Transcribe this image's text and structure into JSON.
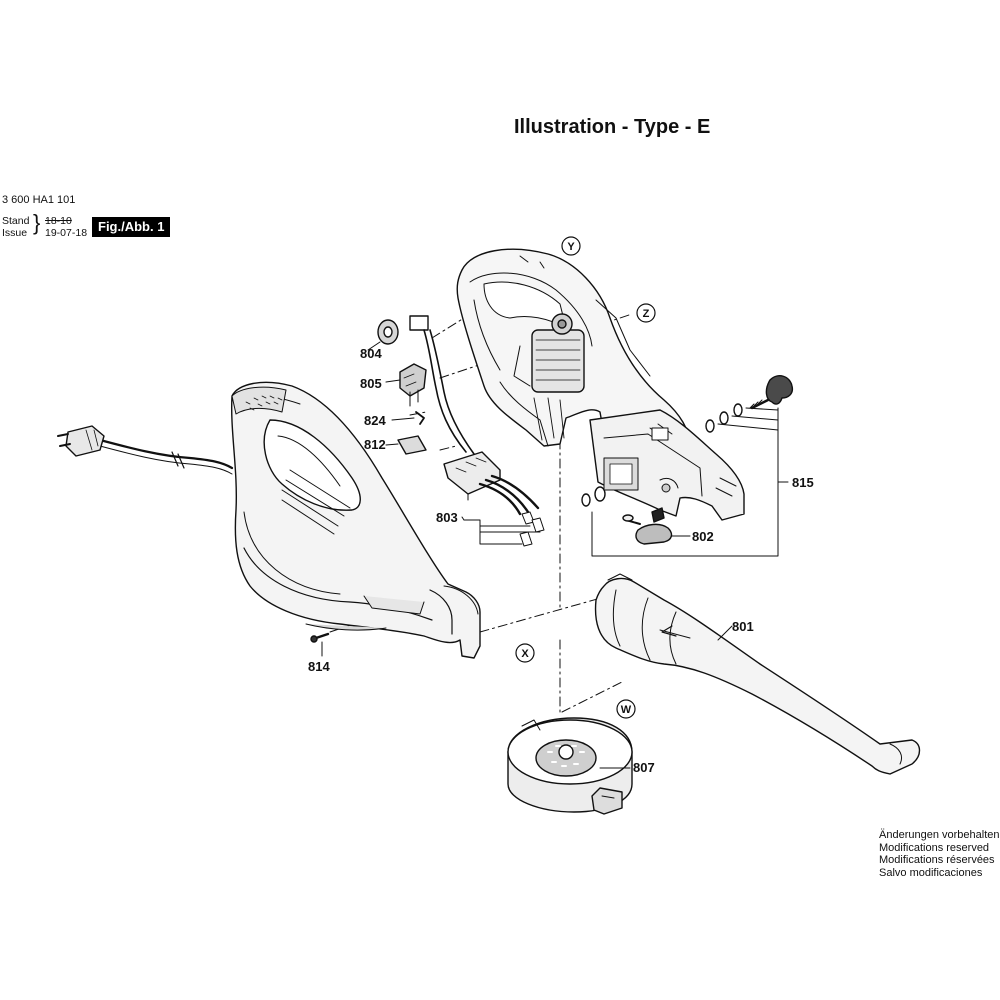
{
  "header": {
    "title": "Illustration - Type - E",
    "doc_number": "3 600 HA1 101",
    "stand_label": "Stand",
    "stand_value": "18-10",
    "issue_label": "Issue",
    "issue_value": "19-07-18",
    "figure_badge": "Fig./Abb. 1"
  },
  "view_markers": [
    "Y",
    "Z",
    "X",
    "W"
  ],
  "part_labels": [
    "804",
    "805",
    "824",
    "812",
    "803",
    "815",
    "802",
    "801",
    "814",
    "807"
  ],
  "footer": {
    "notes": [
      "Änderungen vorbehalten",
      "Modifications reserved",
      "Modifications réservées",
      "Salvo modificaciones"
    ]
  },
  "colors": {
    "ink": "#111111",
    "part_fill": "#f4f4f4",
    "shade": "#cfcfcf",
    "badge_bg": "#000000"
  }
}
